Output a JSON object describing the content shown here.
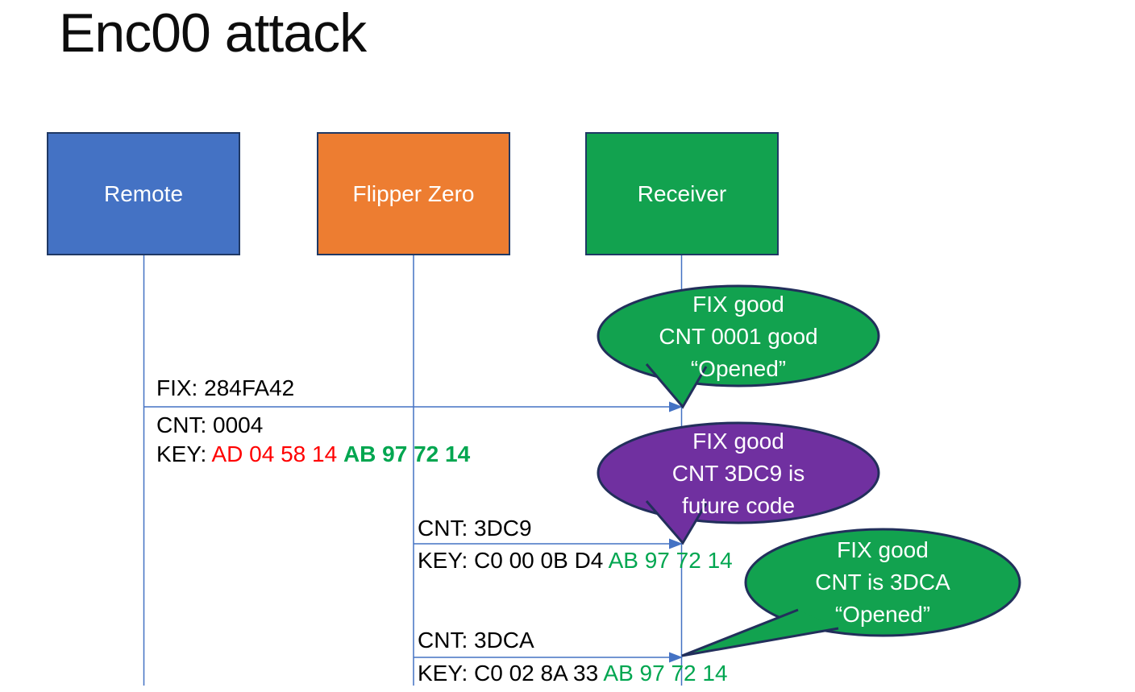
{
  "title": "Enc00 attack",
  "colors": {
    "blue": "#4472C4",
    "orange": "#ED7D31",
    "green": "#12A24F",
    "purple": "#7030A0",
    "box_outline": "#1F3864",
    "bubble_outline": "#222F5B",
    "line": "#4472C4",
    "hex_red": "#FF0000",
    "hex_green": "#00A650",
    "text_black": "#000000",
    "text_white": "#FFFFFF"
  },
  "actors": [
    {
      "label": "Remote"
    },
    {
      "label": "Flipper Zero"
    },
    {
      "label": "Receiver"
    }
  ],
  "messages": [
    {
      "from": "Remote",
      "to": "Receiver",
      "above": "FIX: 284FA42",
      "below": "CNT: 0004",
      "key_black": "KEY: ",
      "key_red": "AD 04 58 14 ",
      "key_green": "AB 97 72 14"
    },
    {
      "from": "Flipper Zero",
      "to": "Receiver",
      "above": "CNT: 3DC9",
      "key_black": "KEY: C0 00 0B D4 ",
      "key_green": "AB 97 72 14"
    },
    {
      "from": "Flipper Zero",
      "to": "Receiver",
      "above": "CNT: 3DCA",
      "key_black": "KEY: C0 02 8A 33 ",
      "key_green": "AB 97 72 14"
    }
  ],
  "callouts": [
    {
      "lines": [
        "FIX good",
        "CNT 0001 good",
        "“Opened”"
      ]
    },
    {
      "lines": [
        "FIX good",
        "CNT 3DC9 is",
        "future code"
      ]
    },
    {
      "lines": [
        "FIX good",
        "CNT is 3DCA",
        "“Opened”"
      ]
    }
  ]
}
